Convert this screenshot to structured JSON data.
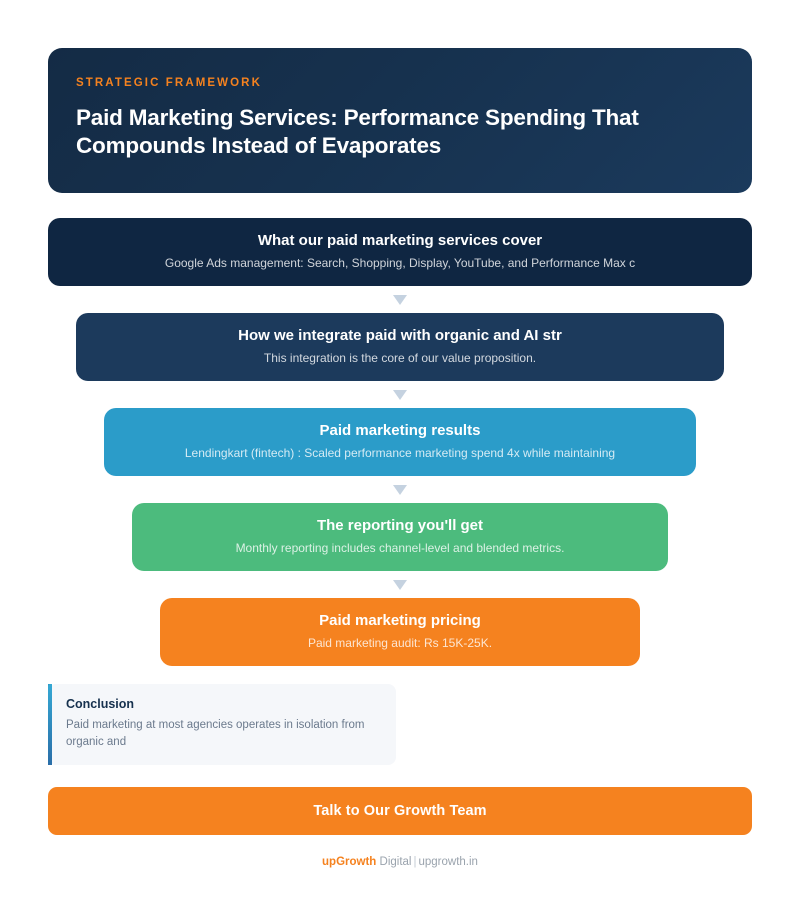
{
  "hero": {
    "eyebrow": "STRATEGIC FRAMEWORK",
    "title": "Paid Marketing Services: Performance Spending That Compounds Instead of Evaporates",
    "bg_color": "#16314e",
    "accent_color": "#f5821f"
  },
  "funnel": {
    "stages": [
      {
        "title": "What our paid marketing services cover",
        "subtitle": "Google Ads management: Search, Shopping, Display, YouTube, and Performance Max c",
        "color": "#0f2642",
        "width_class": "w0"
      },
      {
        "title": "How we integrate paid with organic and AI str",
        "subtitle": "This integration is the core of our value proposition.",
        "color": "#1c3a5c",
        "width_class": "w1"
      },
      {
        "title": "Paid marketing results",
        "subtitle": "Lendingkart (fintech) : Scaled performance marketing spend 4x while maintaining",
        "color": "#2b9cc9",
        "width_class": "w2"
      },
      {
        "title": "The reporting you'll get",
        "subtitle": "Monthly reporting includes channel-level and blended metrics.",
        "color": "#4cbb7d",
        "width_class": "w3"
      },
      {
        "title": "Paid marketing pricing",
        "subtitle": "Paid marketing audit: Rs 15K-25K.",
        "color": "#f5821f",
        "width_class": "w4"
      }
    ],
    "connector_color": "#c5d2e0"
  },
  "conclusion": {
    "title": "Conclusion",
    "body": "Paid marketing at most agencies operates in isolation from organic and",
    "accent_top": "#35a8d4",
    "accent_bottom": "#2a6ea8",
    "bg_color": "#f5f7fa"
  },
  "cta": {
    "label": "Talk to Our Growth Team",
    "color": "#f5821f"
  },
  "footer": {
    "brand": "upGrowth",
    "suffix": " Digital",
    "separator": "|",
    "site": "upgrowth.in"
  }
}
